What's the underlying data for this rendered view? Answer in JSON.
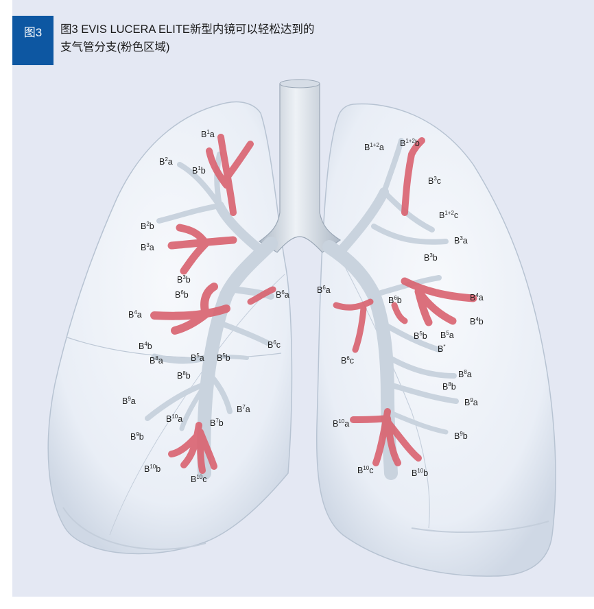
{
  "figure": {
    "tag": "图3",
    "caption_line1": "图3 EVIS LUCERA ELITE新型内镜可以轻松达到的",
    "caption_line2": "支气管分支(粉色区域)"
  },
  "colors": {
    "panel_bg": "#e4e8f3",
    "tag_bg": "#0d57a2",
    "highlight": "#d9626f",
    "lung": "#f1f5fa",
    "airway": "#c9d3de"
  },
  "labels": {
    "r_b1a": {
      "base": "B",
      "sup": "1",
      "suffix": "a"
    },
    "r_b2a": {
      "base": "B",
      "sup": "2",
      "suffix": "a"
    },
    "r_b1b": {
      "base": "B",
      "sup": "1",
      "suffix": "b"
    },
    "r_b2b": {
      "base": "B",
      "sup": "2",
      "suffix": "b"
    },
    "r_b3a": {
      "base": "B",
      "sup": "3",
      "suffix": "a"
    },
    "r_b3b": {
      "base": "B",
      "sup": "3",
      "suffix": "b"
    },
    "r_b6b": {
      "base": "B",
      "sup": "6",
      "suffix": "b"
    },
    "r_b6a": {
      "base": "B",
      "sup": "6",
      "suffix": "a"
    },
    "r_b4a": {
      "base": "B",
      "sup": "4",
      "suffix": "a"
    },
    "r_b4b": {
      "base": "B",
      "sup": "4",
      "suffix": "b"
    },
    "r_b6c": {
      "base": "B",
      "sup": "6",
      "suffix": "c"
    },
    "r_b8a": {
      "base": "B",
      "sup": "8",
      "suffix": "a"
    },
    "r_b5a": {
      "base": "B",
      "sup": "5",
      "suffix": "a"
    },
    "r_b5b": {
      "base": "B",
      "sup": "5",
      "suffix": "b"
    },
    "r_b8b": {
      "base": "B",
      "sup": "8",
      "suffix": "b"
    },
    "r_b9a": {
      "base": "B",
      "sup": "9",
      "suffix": "a"
    },
    "r_b7a": {
      "base": "B",
      "sup": "7",
      "suffix": "a"
    },
    "r_b10a": {
      "base": "B",
      "sup": "10",
      "suffix": "a"
    },
    "r_b7b": {
      "base": "B",
      "sup": "7",
      "suffix": "b"
    },
    "r_b9b": {
      "base": "B",
      "sup": "9",
      "suffix": "b"
    },
    "r_b10b": {
      "base": "B",
      "sup": "10",
      "suffix": "b"
    },
    "r_b10c": {
      "base": "B",
      "sup": "10",
      "suffix": "c"
    },
    "l_b12a": {
      "base": "B",
      "sup": "1+2",
      "suffix": "a"
    },
    "l_b12b": {
      "base": "B",
      "sup": "1+2",
      "suffix": "b"
    },
    "l_b3c": {
      "base": "B",
      "sup": "3",
      "suffix": "c"
    },
    "l_b12c": {
      "base": "B",
      "sup": "1+2",
      "suffix": "c"
    },
    "l_b3a": {
      "base": "B",
      "sup": "3",
      "suffix": "a"
    },
    "l_b3b": {
      "base": "B",
      "sup": "3",
      "suffix": "b"
    },
    "l_b6a": {
      "base": "B",
      "sup": "6",
      "suffix": "a"
    },
    "l_b6b": {
      "base": "B",
      "sup": "6",
      "suffix": "b"
    },
    "l_b4a": {
      "base": "B",
      "sup": "4",
      "suffix": "a"
    },
    "l_b4b": {
      "base": "B",
      "sup": "4",
      "suffix": "b"
    },
    "l_b5b": {
      "base": "B",
      "sup": "5",
      "suffix": "b"
    },
    "l_b5a": {
      "base": "B",
      "sup": "5",
      "suffix": "a"
    },
    "l_bstar": {
      "base": "B",
      "sup": "*",
      "suffix": ""
    },
    "l_b6c": {
      "base": "B",
      "sup": "6",
      "suffix": "c"
    },
    "l_b8a": {
      "base": "B",
      "sup": "8",
      "suffix": "a"
    },
    "l_b8b": {
      "base": "B",
      "sup": "8",
      "suffix": "b"
    },
    "l_b9a": {
      "base": "B",
      "sup": "9",
      "suffix": "a"
    },
    "l_b10a": {
      "base": "B",
      "sup": "10",
      "suffix": "a"
    },
    "l_b9b": {
      "base": "B",
      "sup": "9",
      "suffix": "b"
    },
    "l_b10c": {
      "base": "B",
      "sup": "10",
      "suffix": "c"
    },
    "l_b10b": {
      "base": "B",
      "sup": "10",
      "suffix": "b"
    }
  }
}
